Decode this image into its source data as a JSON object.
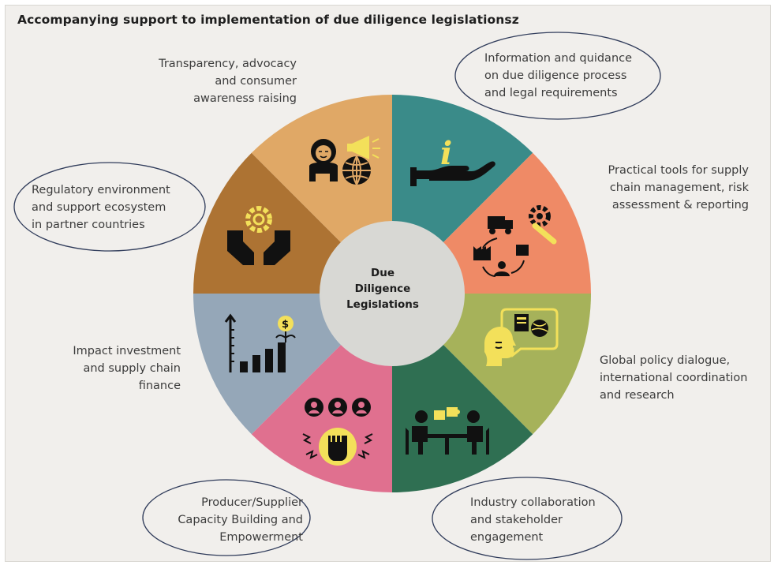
{
  "title": "Accompanying support to implementation of due diligence legislationsz",
  "center": [
    "Due",
    "Diligence",
    "Legislations"
  ],
  "segments": [
    {
      "lines": [
        "Information and quidance",
        "on due diligence process",
        "and legal requirements"
      ],
      "icon": "hand-info-icon",
      "color": "#3a8b89",
      "highlighted": true
    },
    {
      "lines": [
        "Practical tools for supply",
        "chain management, risk",
        "assessment & reporting"
      ],
      "icon": "supply-chain-tools-icon",
      "color": "#ef8a66",
      "highlighted": false
    },
    {
      "lines": [
        "Global policy dialogue,",
        "international coordination",
        "and research"
      ],
      "icon": "policy-dialogue-icon",
      "color": "#a6b25a",
      "highlighted": false
    },
    {
      "lines": [
        "Industry collaboration",
        "and stakeholder",
        "engagement"
      ],
      "icon": "collaboration-table-icon",
      "color": "#2f6f52",
      "highlighted": true
    },
    {
      "lines": [
        "Producer/Supplier",
        "Capacity Building and",
        "Empowerment"
      ],
      "icon": "raised-fist-icon",
      "color": "#e0708f",
      "highlighted": true
    },
    {
      "lines": [
        "Impact investment",
        "and supply chain",
        "finance"
      ],
      "icon": "growth-chart-icon",
      "color": "#95a7b8",
      "highlighted": false
    },
    {
      "lines": [
        "Regulatory environment",
        "and support ecosystem",
        "in partner countries"
      ],
      "icon": "hands-gear-icon",
      "color": "#ad7333",
      "highlighted": true
    },
    {
      "lines": [
        "Transparency, advocacy",
        "and consumer",
        "awareness raising"
      ],
      "icon": "advocacy-megaphone-icon",
      "color": "#e0a866",
      "highlighted": false
    }
  ],
  "colors": {
    "icon_dark": "#111111",
    "icon_accent": "#f3e05a",
    "hub": "#d8d8d4",
    "ellipse_stroke": "#2f3b5a"
  }
}
